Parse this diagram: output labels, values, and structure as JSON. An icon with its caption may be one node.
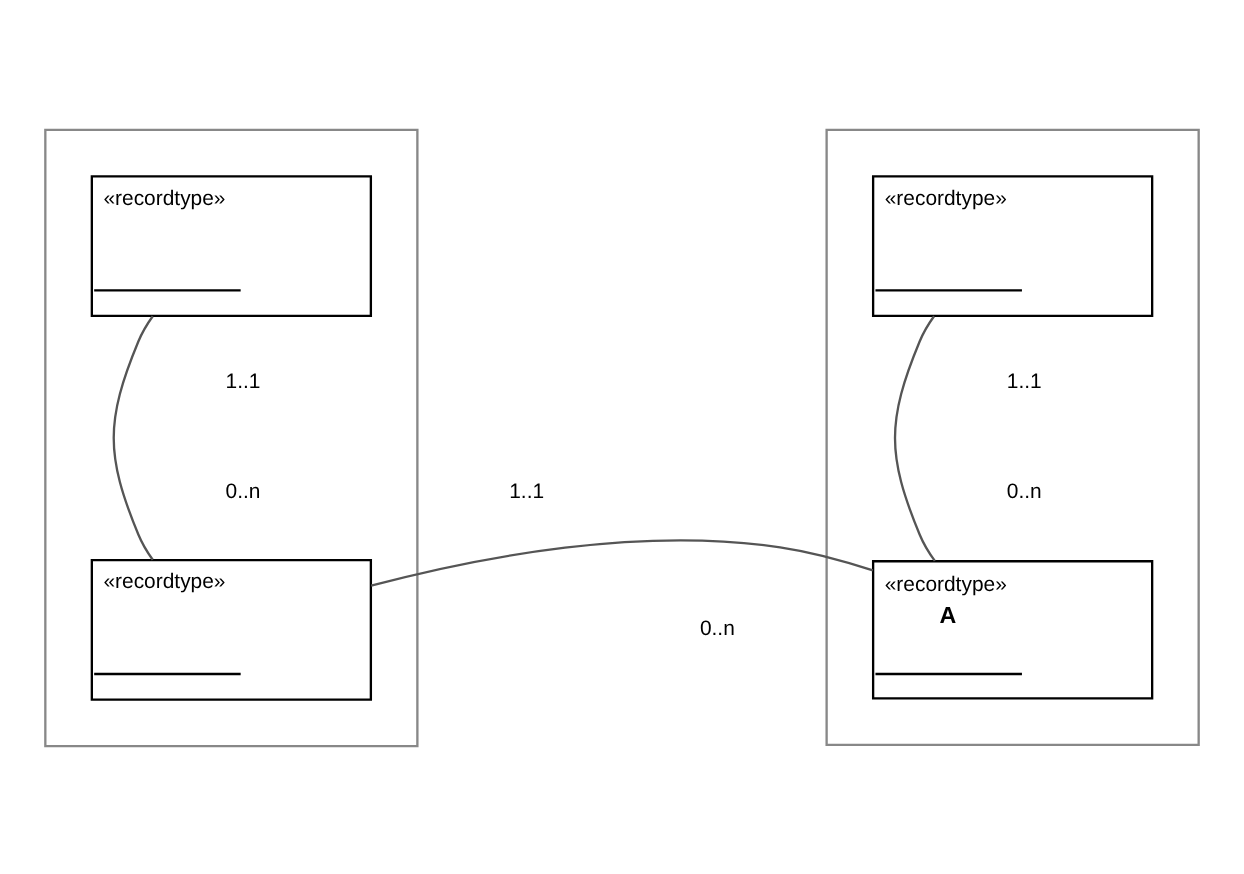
{
  "diagram": {
    "nodes": [
      {
        "text": [],
        "shape": "box"
      },
      {
        "text": [
          "«recordtype»"
        ],
        "in": 0
      },
      {
        "text": [
          "«recordtype»"
        ],
        "in": 0
      },
      {
        "text": [],
        "shape": "box"
      },
      {
        "text": [
          "«recordtype»"
        ],
        "in": 3
      },
      {
        "text": [
          "«recordtype»",
          "A"
        ],
        "in": 3
      }
    ],
    "edges": [
      {
        "from": 1,
        "to": 2,
        "arrow": "none"
      },
      {
        "from": 2,
        "to": 5,
        "arrow": "none"
      },
      {
        "from": 4,
        "to": 5,
        "arrow": "none"
      }
    ],
    "labels": [
      "1..1",
      "1..1",
      "0..n",
      "0..n",
      "1..1",
      "0..n"
    ]
  }
}
